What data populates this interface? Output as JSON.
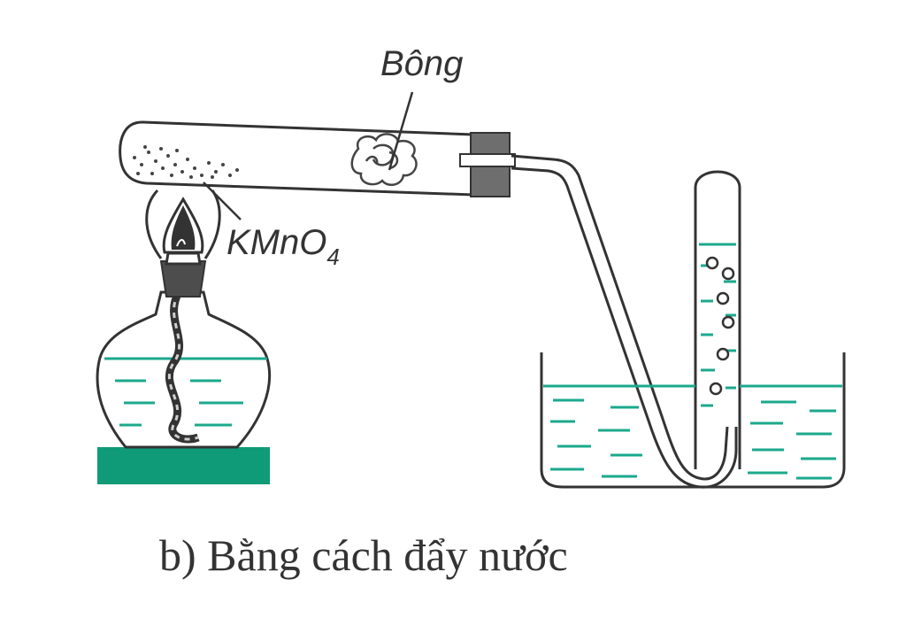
{
  "labels": {
    "cotton": "Bông",
    "reagent_main": "KMnO",
    "reagent_sub": "4"
  },
  "caption": "b) Bằng cách đẩy nước",
  "colors": {
    "water": "#1ba98c",
    "stand": "#0f9a78",
    "stopper": "#6e6e6e",
    "stroke": "#333333"
  }
}
